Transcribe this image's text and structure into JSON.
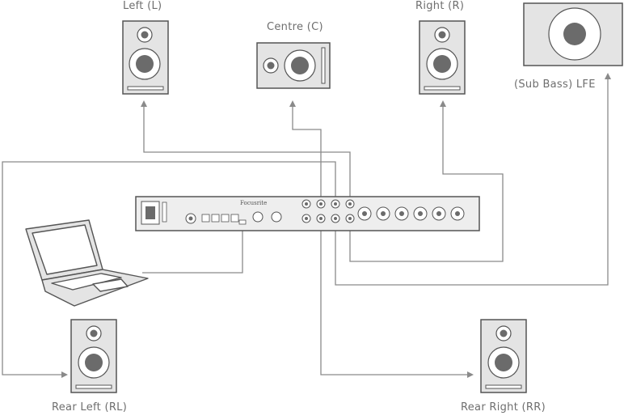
{
  "labels": {
    "left": "Left (L)",
    "centre": "Centre (C)",
    "right": "Right (R)",
    "sub": "(Sub Bass) LFE",
    "rear_left": "Rear Left (RL)",
    "rear_right": "Rear Right (RR)",
    "brand": "Focusrite"
  },
  "colors": {
    "line": "#8a8a8a",
    "speaker_fill": "#e4e4e4",
    "driver": "#6b6b6b",
    "device_fill": "#eeeeee"
  },
  "icons": [
    "speaker-icon",
    "subwoofer-icon",
    "laptop-icon",
    "audio-interface-icon"
  ]
}
